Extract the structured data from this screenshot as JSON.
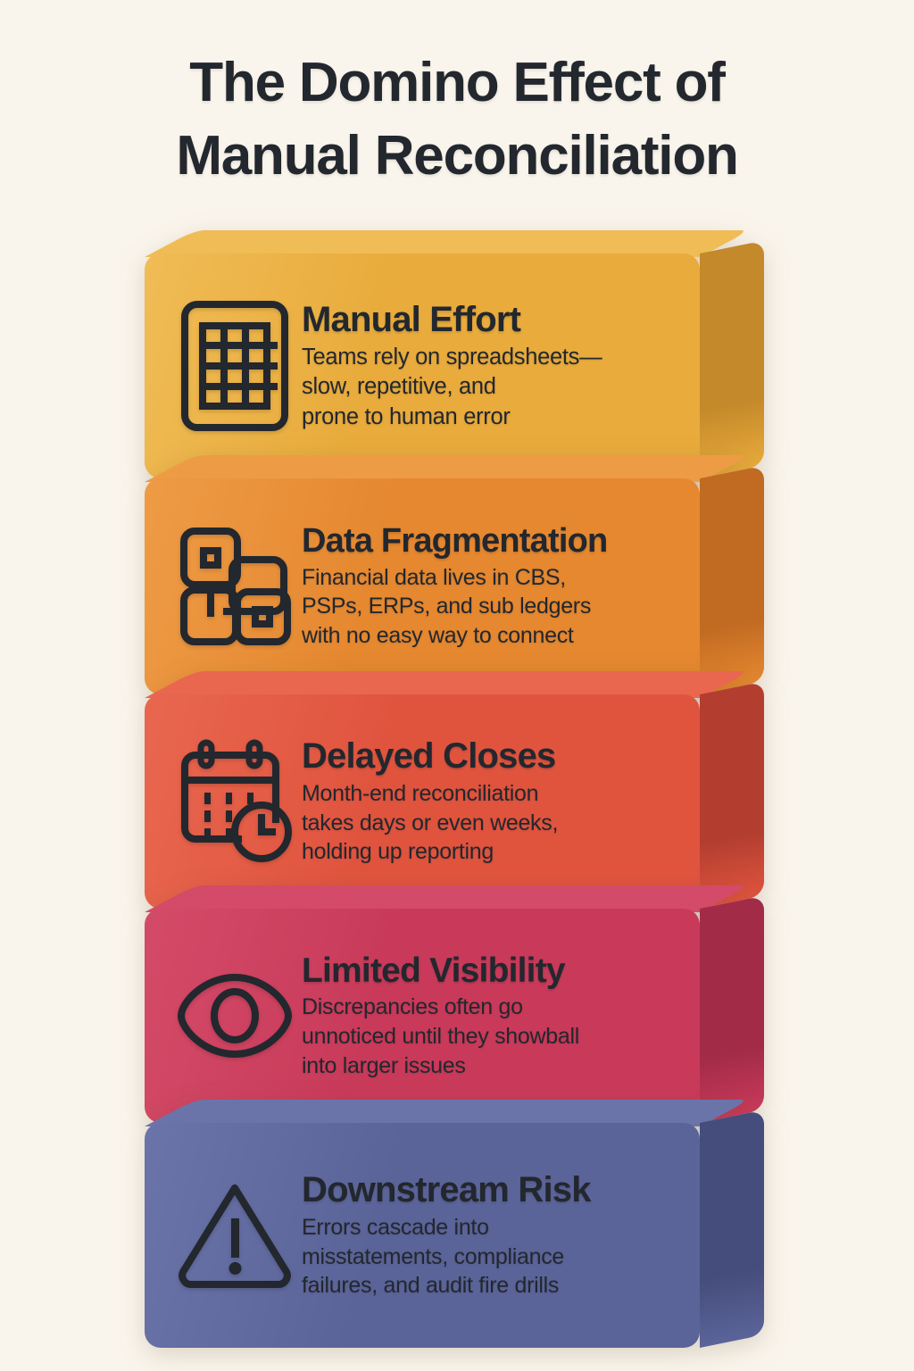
{
  "page": {
    "background_color": "#FAF5EC",
    "text_color": "#23272E"
  },
  "title": {
    "line1": "The Domino Effect of",
    "line2": "Manual Reconciliation"
  },
  "blocks": [
    {
      "id": "manual-effort",
      "heading": "Manual Effort",
      "icon": "spreadsheet-icon",
      "desc_lines": [
        "Teams rely on spreadsheets—",
        "slow, repetitive, and",
        "prone to human error"
      ],
      "front_color": "#E8AB3C",
      "side_color": "#C4892A",
      "top_color": "#F0BC55"
    },
    {
      "id": "data-fragmentation",
      "heading": "Data Fragmentation",
      "icon": "nodes-icon",
      "desc_lines": [
        "Financial data lives in CBS,",
        "PSPs, ERPs, and sub ledgers",
        "with no easy way to connect"
      ],
      "front_color": "#E58830",
      "side_color": "#C06A22",
      "top_color": "#EE9B46"
    },
    {
      "id": "delayed-closes",
      "heading": "Delayed Closes",
      "icon": "calendar-clock-icon",
      "desc_lines": [
        "Month-end reconciliation",
        "takes days or even weeks,",
        "holding up reporting"
      ],
      "front_color": "#E0543E",
      "side_color": "#B33E30",
      "top_color": "#E9674F"
    },
    {
      "id": "limited-visibility",
      "heading": "Limited Visibility",
      "icon": "eye-icon",
      "desc_lines": [
        "Discrepancies often go",
        "unnoticed until they showball",
        "into larger issues"
      ],
      "front_color": "#C93A5A",
      "side_color": "#A22B48",
      "top_color": "#D34B68"
    },
    {
      "id": "downstream-risk",
      "heading": "Downstream Risk",
      "icon": "warning-triangle-icon",
      "desc_lines": [
        "Errors cascade into",
        "misstatements, compliance",
        "failures, and audit fire drills"
      ],
      "front_color": "#5B6499",
      "side_color": "#454D7C",
      "top_color": "#6B74A8"
    }
  ]
}
